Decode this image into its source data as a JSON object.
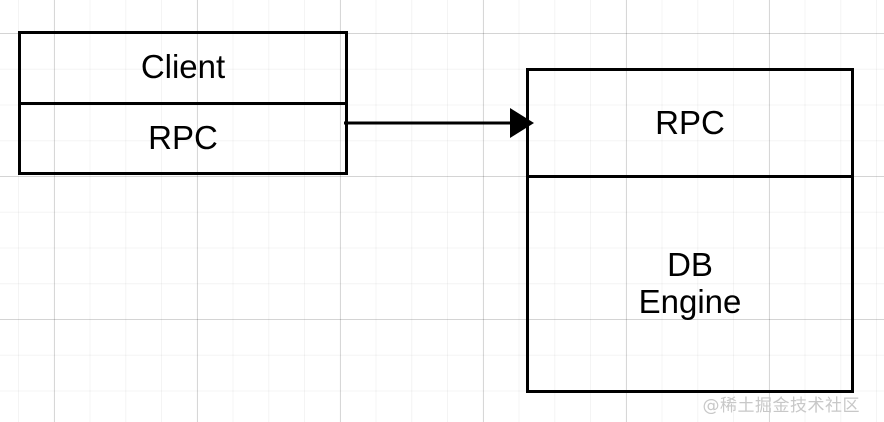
{
  "diagram": {
    "type": "block-diagram",
    "background": {
      "style": "graph-paper",
      "grid_minor_color": "#f2f2f2",
      "grid_major_color": "#dedede",
      "canvas_color": "#ffffff"
    },
    "stroke_color": "#000000",
    "text_color": "#000000",
    "nodes": [
      {
        "id": "client",
        "name": "client-node",
        "cells": [
          {
            "id": "client-title",
            "label": "Client"
          },
          {
            "id": "client-rpc",
            "label": "RPC"
          }
        ]
      },
      {
        "id": "server",
        "name": "server-node",
        "cells": [
          {
            "id": "server-rpc",
            "label": "RPC"
          },
          {
            "id": "server-db-engine",
            "label": "DB\nEngine"
          }
        ]
      }
    ],
    "edges": [
      {
        "id": "client-rpc-to-server-rpc",
        "name": "rpc-connector",
        "from": "client.client-rpc",
        "to": "server.server-rpc",
        "label": "",
        "arrowhead": "filled-triangle",
        "direction": "right"
      }
    ],
    "watermark": {
      "text": "@稀土掘金技术社区",
      "color": "#c8c8c8"
    }
  }
}
